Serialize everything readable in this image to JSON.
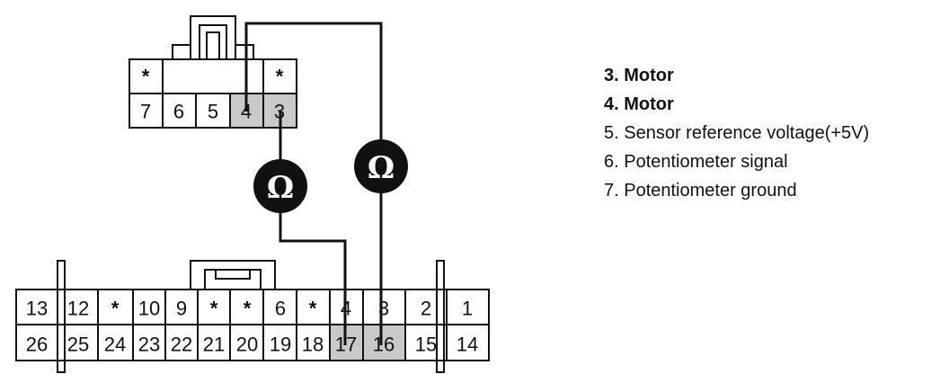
{
  "colors": {
    "line": "#111111",
    "highlight": "#c9c9c9",
    "meter": "#111111"
  },
  "meter_symbol": "Ω",
  "top_connector": {
    "top_row": [
      "*",
      "",
      "",
      "",
      "*"
    ],
    "bottom_row": [
      "7",
      "6",
      "5",
      "4",
      "3"
    ]
  },
  "bottom_connector": {
    "top_row": [
      "13",
      "12",
      "*",
      "10",
      "9",
      "*",
      "*",
      "6",
      "*",
      "4",
      "3",
      "2",
      "1"
    ],
    "bottom_row": [
      "26",
      "25",
      "24",
      "23",
      "22",
      "21",
      "20",
      "19",
      "18",
      "17",
      "16",
      "15",
      "14"
    ]
  },
  "legend": [
    {
      "text": "3. Motor",
      "bold": true
    },
    {
      "text": "4. Motor",
      "bold": true
    },
    {
      "text": "5. Sensor reference voltage(+5V)",
      "bold": false
    },
    {
      "text": "6. Potentiometer signal",
      "bold": false
    },
    {
      "text": "7. Potentiometer ground",
      "bold": false
    }
  ]
}
